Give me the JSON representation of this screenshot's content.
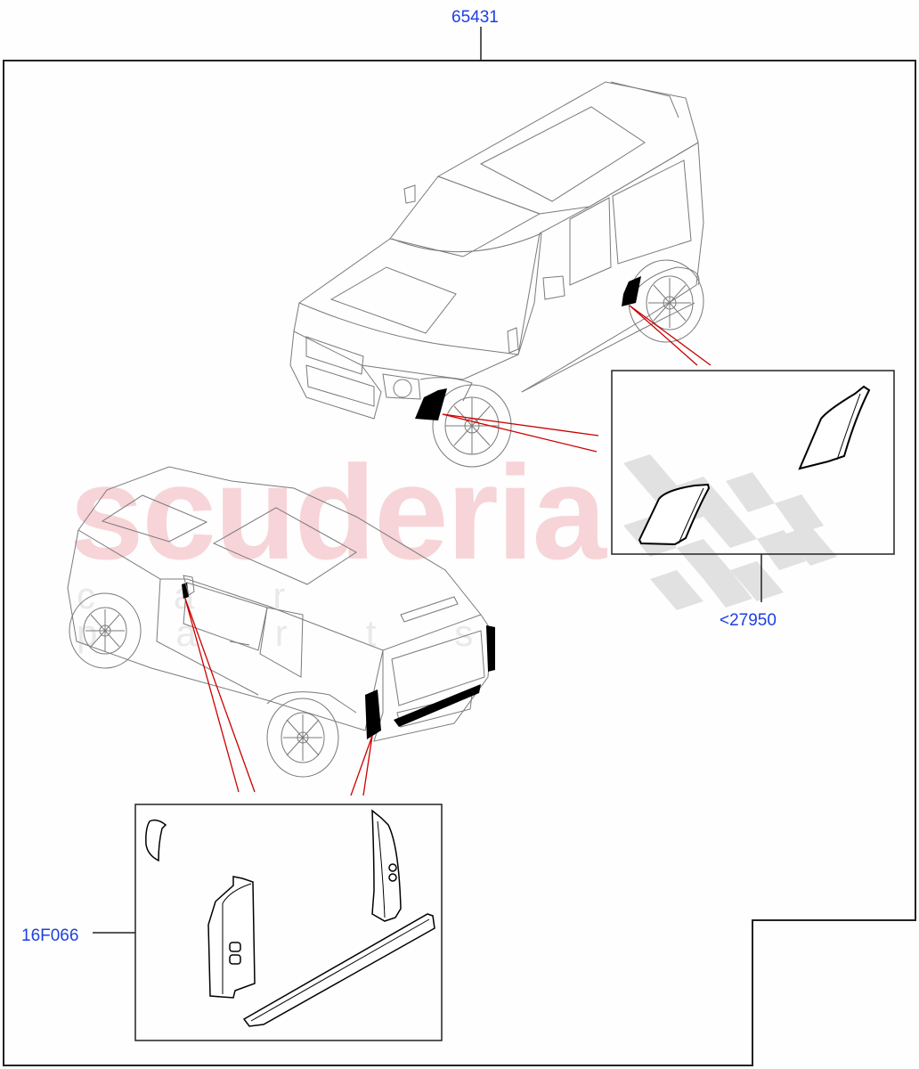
{
  "diagram": {
    "type": "parts-exploded-view",
    "vehicle": "two-door SUV (isometric line drawings, front-left and rear-left views)",
    "colors": {
      "callout_text": "#1f3fe0",
      "leader_lines": "#cc0000",
      "frame": "#222222",
      "vehicle_lines": "#7a7a7a",
      "highlighted_parts": "#000000",
      "watermark_text": "#f7d4d8",
      "watermark_checker": "#d9d9d9"
    },
    "callouts": {
      "assembly": {
        "label": "65431",
        "target": "overall-assembly-frame"
      },
      "wheel_arch_trims": {
        "label": "<27950",
        "target": "wheel-arch-trim-detail-box"
      },
      "rear_pillar_trims": {
        "label": "16F066",
        "target": "rear-trim-detail-box"
      }
    },
    "detail_boxes": [
      {
        "name": "wheel-arch-trim-detail-box",
        "parts": [
          "front-wheel-arch-trim",
          "rear-wheel-arch-trim"
        ]
      },
      {
        "name": "rear-trim-detail-box",
        "parts": [
          "mirror-base-trim",
          "left-rear-lamp-pillar-trim",
          "right-rear-lamp-pillar-trim",
          "tailgate-lower-trim-strip"
        ]
      }
    ]
  },
  "watermark": {
    "main": "scuderia",
    "sub": "car parts"
  }
}
